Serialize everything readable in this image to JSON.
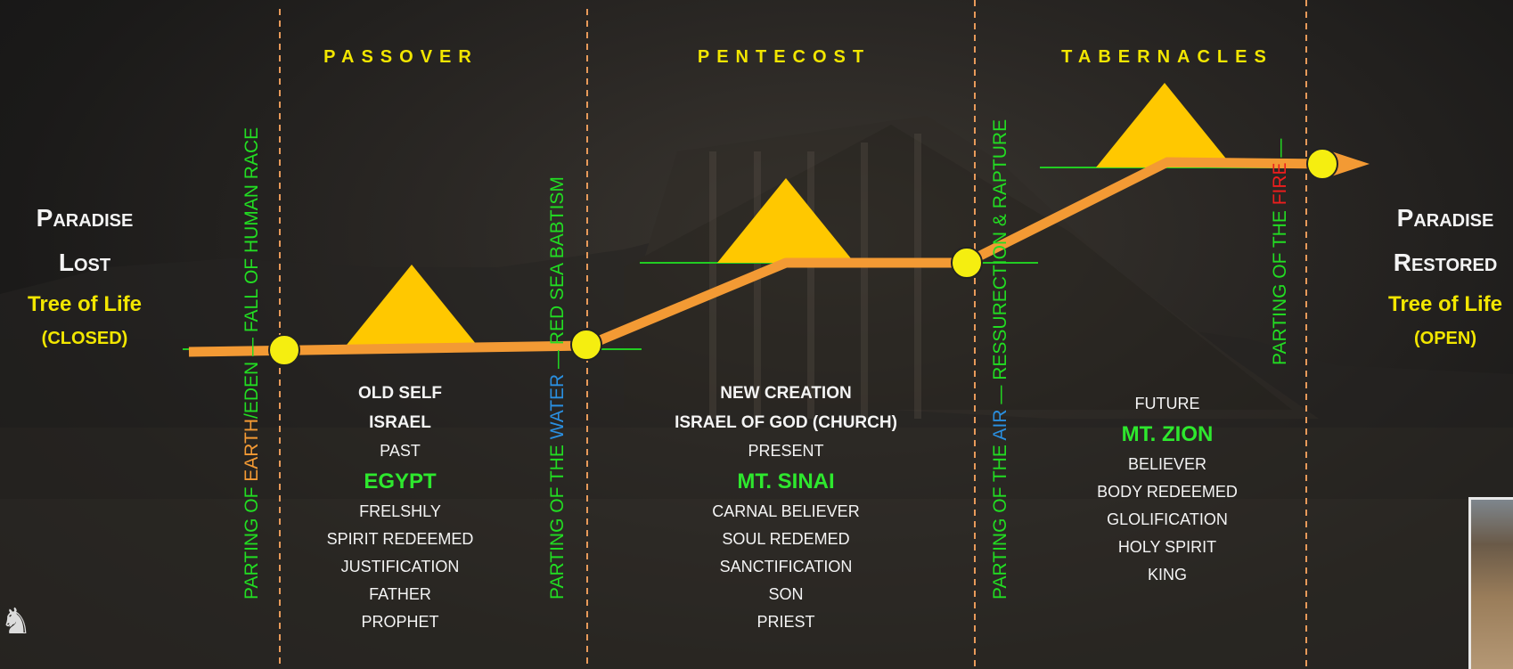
{
  "sections": {
    "passover": "PASSOVER",
    "pentecost": "PENTECOST",
    "tabernacles": "TABERNACLES"
  },
  "left_panel": {
    "line1": "Paradise",
    "line2": "Lost",
    "tree": "Tree of Life",
    "status": "(CLOSED)"
  },
  "right_panel": {
    "line1": "Paradise",
    "line2": "Restored",
    "tree": "Tree of Life",
    "status": "(OPEN)"
  },
  "dividers": {
    "eden": {
      "a": "PARTING OF ",
      "b": "EARTH",
      "c": "/EDEN — FALL OF HUMAN RACE"
    },
    "water": {
      "a": "PARTING OF THE ",
      "b": "WATER",
      "c": " — RED SEA BABTISM"
    },
    "air": {
      "a": "PARTING OF THE ",
      "b": "AIR",
      "c": " — RESSURECTION & RAPTURE"
    },
    "fire": {
      "a": "PARTING OF THE ",
      "b": "FIRE",
      "c": " —"
    }
  },
  "passover_col": {
    "l1": "OLD SELF",
    "l2": "ISRAEL",
    "l3": "PAST",
    "place": "EGYPT",
    "l5": "FRELSHLY",
    "l6": "SPIRIT REDEEMED",
    "l7": "JUSTIFICATION",
    "l8": "FATHER",
    "l9": "PROPHET"
  },
  "pentecost_col": {
    "l1": "NEW CREATION",
    "l2": "ISRAEL OF GOD (CHURCH)",
    "l3": "PRESENT",
    "place": "MT. SINAI",
    "l5": "CARNAL BELIEVER",
    "l6": "SOUL REDEMED",
    "l7": "SANCTIFICATION",
    "l8": "SON",
    "l9": "PRIEST"
  },
  "tabernacles_col": {
    "l1": "FUTURE",
    "place": "MT. ZION",
    "l3": "BELIEVER",
    "l4": "BODY REDEEMED",
    "l5": "GLOLIFICATION",
    "l6": "HOLY SPIRIT",
    "l7": "KING"
  },
  "colors": {
    "path": "#f39a34",
    "pyramid": "#ffc800",
    "node": "#f5ee10",
    "divider": "#e89a5a",
    "baseline": "#22cc22",
    "heading": "#f2e600"
  }
}
